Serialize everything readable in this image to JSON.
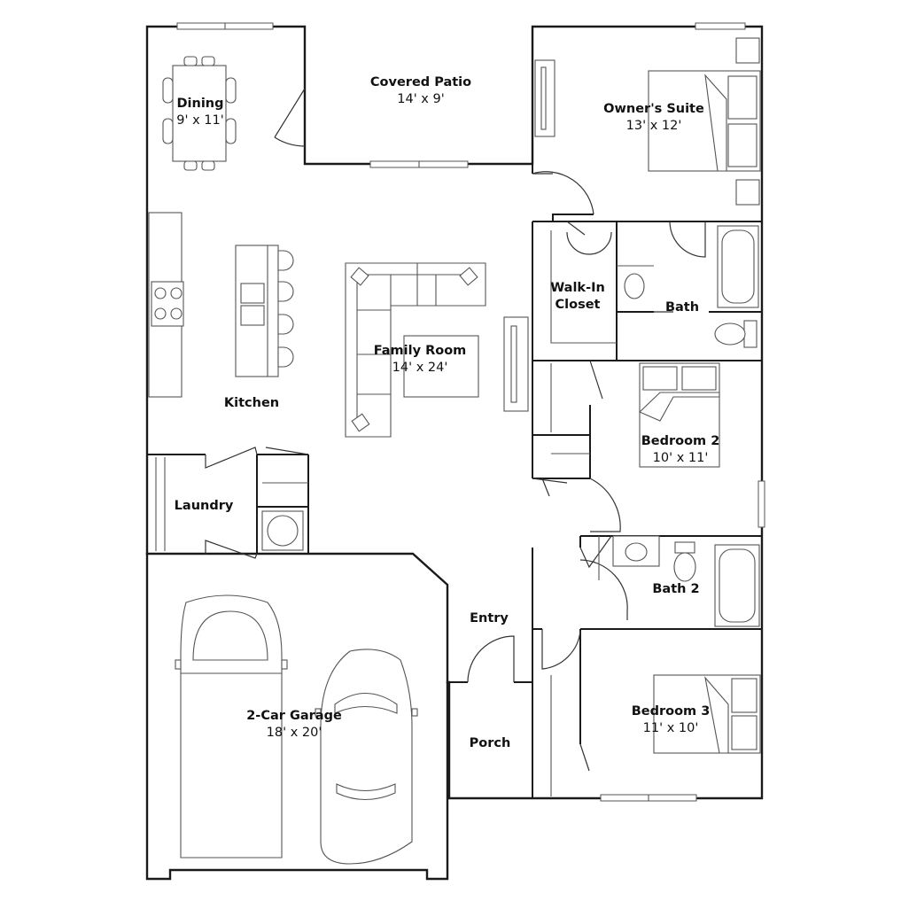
{
  "rooms": {
    "covered_patio": {
      "name": "Covered Patio",
      "dims": "14' x 9'"
    },
    "dining": {
      "name": "Dining",
      "dims": "9' x 11'"
    },
    "owners_suite": {
      "name": "Owner's Suite",
      "dims": "13' x 12'"
    },
    "walk_in_closet": {
      "name": "Walk-In Closet"
    },
    "bath": {
      "name": "Bath"
    },
    "family_room": {
      "name": "Family Room",
      "dims": "14' x 24'"
    },
    "kitchen": {
      "name": "Kitchen"
    },
    "bedroom_2": {
      "name": "Bedroom 2",
      "dims": "10' x 11'"
    },
    "laundry": {
      "name": "Laundry"
    },
    "bath_2": {
      "name": "Bath 2"
    },
    "entry": {
      "name": "Entry"
    },
    "garage": {
      "name": "2-Car Garage",
      "dims": "18' x 20'"
    },
    "porch": {
      "name": "Porch"
    },
    "bedroom_3": {
      "name": "Bedroom 3",
      "dims": "11' x 10'"
    }
  },
  "colors": {
    "wall": "#1a1a1a",
    "fixture": "#555555",
    "background": "#ffffff"
  }
}
